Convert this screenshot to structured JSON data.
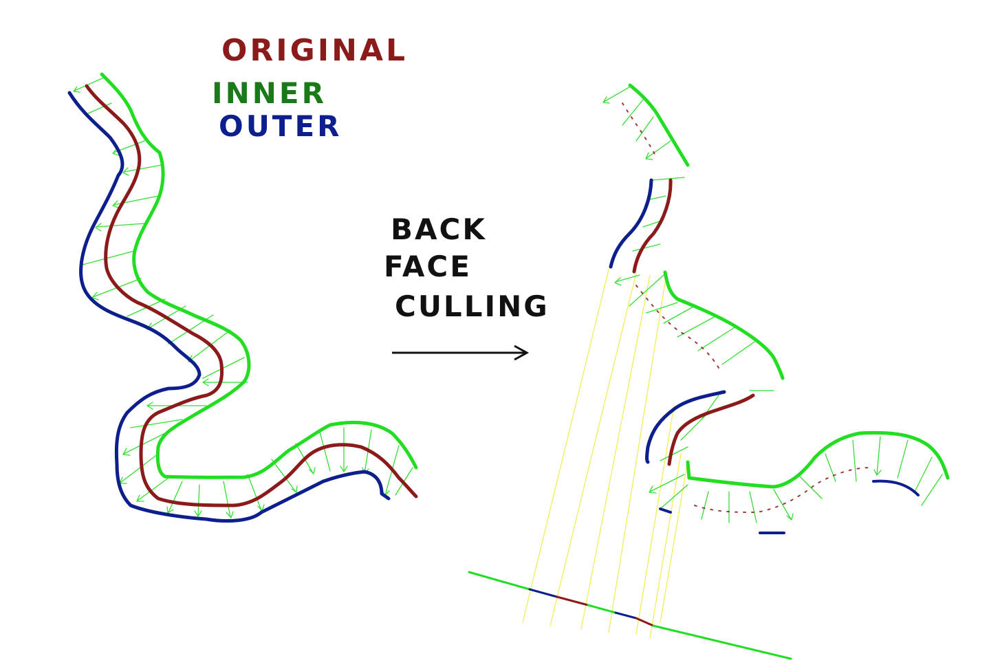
{
  "legend": {
    "original": {
      "label": "ORIGINAL",
      "color": "#8b1a1a"
    },
    "inner": {
      "label": "INNER",
      "color": "#1a7a1a"
    },
    "outer": {
      "label": "OUTER",
      "color": "#0d1f8c"
    }
  },
  "process": {
    "line1": "BACK",
    "line2": "FACE",
    "line3": "CULLING"
  },
  "colors": {
    "original": "#8b1a1a",
    "inner": "#22dd22",
    "outer": "#0d1f8c",
    "normal": "#33dd33",
    "projection": "#f2ee55",
    "arrow": "#111111"
  }
}
